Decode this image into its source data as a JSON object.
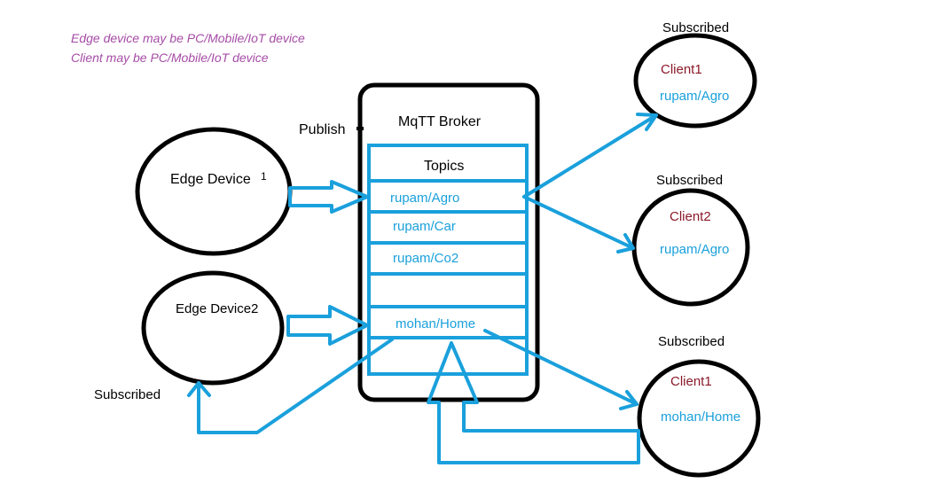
{
  "notes": {
    "line1": "Edge device may be PC/Mobile/IoT device",
    "line2": "Client may be PC/Mobile/IoT device"
  },
  "broker": {
    "title": "MqTT  Broker",
    "publish_label": "Publish",
    "topics_header": "Topics",
    "topics": [
      "rupam/Agro",
      "rupam/Car",
      "rupam/Co2",
      "",
      "mohan/Home"
    ]
  },
  "edge_devices": [
    {
      "name": "Edge Device",
      "superscript": "1"
    },
    {
      "name": "Edge Device2"
    }
  ],
  "edge_subscribed_label": "Subscribed",
  "clients": [
    {
      "status": "Subscribed",
      "name": "Client1",
      "topic": "rupam/Agro"
    },
    {
      "status": "Subscribed",
      "name": "Client2",
      "topic": "rupam/Agro"
    },
    {
      "status": "Subscribed",
      "name": "Client1",
      "topic": "mohan/Home"
    }
  ],
  "colors": {
    "note": "#a64ca6",
    "arrow": "#1aa0dc",
    "topic_text": "#1aa0dc",
    "client_name": "#8b1a2a",
    "outline": "#000000"
  }
}
